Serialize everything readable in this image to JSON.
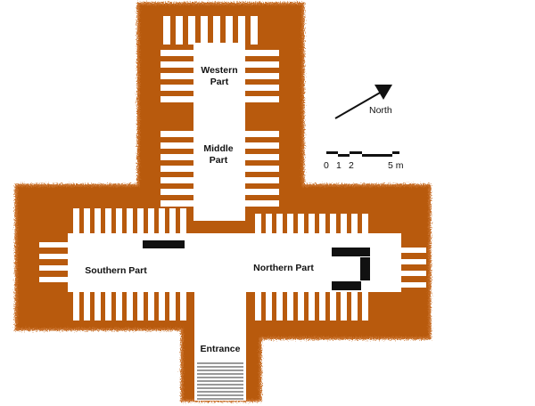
{
  "labels": {
    "western_part": [
      "Western",
      "Part"
    ],
    "middle_part": [
      "Middle",
      "Part"
    ],
    "southern_part": "Southern Part",
    "northern_part": "Northern Part",
    "entrance": "Entrance"
  },
  "compass": {
    "label": "North"
  },
  "scale_bar": {
    "ticks": [
      "0",
      "1",
      "2",
      "5 m"
    ]
  },
  "colors": {
    "rock": "#b85a10",
    "rock_edge": "#c8702a",
    "floor": "#ffffff",
    "block": "#111111",
    "ink": "#111111"
  }
}
